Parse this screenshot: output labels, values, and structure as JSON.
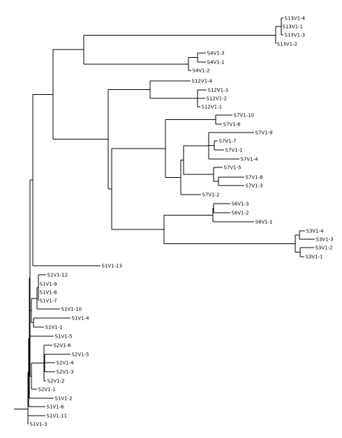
{
  "tree": {
    "name": "root",
    "children": [
      {
        "name": "S1V1-3",
        "label": "S1V1-3"
      },
      {
        "name": "n1",
        "children": [
          {
            "name": "S1V1-11",
            "label": "S1V1-11"
          },
          {
            "name": "n2",
            "children": [
              {
                "name": "S1V1-6",
                "label": "S1V1-6"
              },
              {
                "name": "n3",
                "children": [
                  {
                    "name": "S1V1-2",
                    "label": "S1V1-2"
                  },
                  {
                    "name": "n4",
                    "children": [
                      {
                        "name": "g2",
                        "children": [
                          {
                            "name": "S2V1-1",
                            "label": "S2V1-1"
                          },
                          {
                            "name": "g2a",
                            "children": [
                              {
                                "name": "S2V1-2",
                                "label": "S2V1-2"
                              },
                              {
                                "name": "g2b",
                                "children": [
                                  {
                                    "name": "S2V1-3",
                                    "label": "S2V1-3"
                                  },
                                  {
                                    "name": "S2V1-4",
                                    "label": "S2V1-4"
                                  },
                                  {
                                    "name": "S2V1-5",
                                    "label": "S2V1-5"
                                  }
                                ]
                              },
                              {
                                "name": "S2V1-6",
                                "label": "S2V1-6"
                              }
                            ]
                          }
                        ]
                      },
                      {
                        "name": "n5",
                        "children": [
                          {
                            "name": "S1V1-5",
                            "label": "S1V1-5"
                          },
                          {
                            "name": "n6",
                            "children": [
                              {
                                "name": "n7",
                                "children": [
                                  {
                                    "name": "S1V1-1",
                                    "label": "S1V1-1"
                                  },
                                  {
                                    "name": "S1V1-4",
                                    "label": "S1V1-4"
                                  }
                                ]
                              },
                              {
                                "name": "n8",
                                "children": [
                                  {
                                    "name": "S1V1-10",
                                    "label": "S1V1-10"
                                  },
                                  {
                                    "name": "n9",
                                    "children": [
                                      {
                                        "name": "S1V1-7",
                                        "label": "S1V1-7"
                                      },
                                      {
                                        "name": "S1V1-8",
                                        "label": "S1V1-8"
                                      },
                                      {
                                        "name": "S1V1-9",
                                        "label": "S1V1-9"
                                      },
                                      {
                                        "name": "S1V1-12",
                                        "label": "S1V1-12"
                                      }
                                    ]
                                  }
                                ]
                              }
                            ]
                          }
                        ]
                      },
                      {
                        "name": "n10",
                        "children": [
                          {
                            "name": "S1V1-13",
                            "label": "S1V1-13"
                          },
                          {
                            "name": "n11",
                            "children": [
                              {
                                "name": "n12",
                                "children": [
                                  {
                                    "name": "g13",
                                    "children": [
                                      {
                                        "name": "S13V1-2",
                                        "label": "S13V1-2"
                                      },
                                      {
                                        "name": "g13a",
                                        "children": [
                                          {
                                            "name": "S13V1-1",
                                            "label": "S13V1-1"
                                          },
                                          {
                                            "name": "S13V1-3",
                                            "label": "S13V1-3"
                                          },
                                          {
                                            "name": "S13V1-4",
                                            "label": "S13V1-4"
                                          }
                                        ]
                                      }
                                    ]
                                  },
                                  {
                                    "name": "g4",
                                    "children": [
                                      {
                                        "name": "S4V1-2",
                                        "label": "S4V1-2"
                                      },
                                      {
                                        "name": "g4a",
                                        "children": [
                                          {
                                            "name": "S4V1-1",
                                            "label": "S4V1-1"
                                          },
                                          {
                                            "name": "S4V1-3",
                                            "label": "S4V1-3"
                                          }
                                        ]
                                      }
                                    ]
                                  }
                                ]
                              },
                              {
                                "name": "n13",
                                "children": [
                                  {
                                    "name": "g12",
                                    "children": [
                                      {
                                        "name": "S12V1-4",
                                        "label": "S12V1-4"
                                      },
                                      {
                                        "name": "g12a",
                                        "children": [
                                          {
                                            "name": "S12V1-1",
                                            "label": "S12V1-1"
                                          },
                                          {
                                            "name": "S12V1-2",
                                            "label": "S12V1-2"
                                          },
                                          {
                                            "name": "S12V1-3",
                                            "label": "S12V1-3"
                                          }
                                        ]
                                      }
                                    ]
                                  },
                                  {
                                    "name": "n14",
                                    "children": [
                                      {
                                        "name": "g7",
                                        "children": [
                                          {
                                            "name": "g7a",
                                            "children": [
                                              {
                                                "name": "S7V1-10",
                                                "label": "S7V1-10"
                                              },
                                              {
                                                "name": "S7V1-6",
                                                "label": "S7V1-6"
                                              }
                                            ]
                                          },
                                          {
                                            "name": "g7b",
                                            "children": [
                                              {
                                                "name": "S7V1-2",
                                                "label": "S7V1-2"
                                              },
                                              {
                                                "name": "g7c",
                                                "children": [
                                                  {
                                                    "name": "g7d",
                                                    "children": [
                                                      {
                                                        "name": "S7V1-9",
                                                        "label": "S7V1-9"
                                                      },
                                                      {
                                                        "name": "g7e",
                                                        "children": [
                                                          {
                                                            "name": "S7V1-7",
                                                            "label": "S7V1-7"
                                                          },
                                                          {
                                                            "name": "S7V1-1",
                                                            "label": "S7V1-1"
                                                          }
                                                        ]
                                                      },
                                                      {
                                                        "name": "S7V1-4",
                                                        "label": "S7V1-4"
                                                      }
                                                    ]
                                                  },
                                                  {
                                                    "name": "g7f",
                                                    "children": [
                                                      {
                                                        "name": "S7V1-5",
                                                        "label": "S7V1-5"
                                                      },
                                                      {
                                                        "name": "g7g",
                                                        "children": [
                                                          {
                                                            "name": "S7V1-8",
                                                            "label": "S7V1-8"
                                                          },
                                                          {
                                                            "name": "S7V1-3",
                                                            "label": "S7V1-3"
                                                          }
                                                        ]
                                                      }
                                                    ]
                                                  }
                                                ]
                                              }
                                            ]
                                          }
                                        ]
                                      },
                                      {
                                        "name": "g63",
                                        "children": [
                                          {
                                            "name": "g6",
                                            "children": [
                                              {
                                                "name": "g6a",
                                                "children": [
                                                  {
                                                    "name": "S6V1-3",
                                                    "label": "S6V1-3"
                                                  },
                                                  {
                                                    "name": "S6V1-2",
                                                    "label": "S6V1-2"
                                                  }
                                                ]
                                              },
                                              {
                                                "name": "S6V1-1",
                                                "label": "S6V1-1"
                                              }
                                            ]
                                          },
                                          {
                                            "name": "g3",
                                            "children": [
                                              {
                                                "name": "g3a",
                                                "children": [
                                                  {
                                                    "name": "S3V1-4",
                                                    "label": "S3V1-4"
                                                  },
                                                  {
                                                    "name": "S3V1-3",
                                                    "label": "S3V1-3"
                                                  }
                                                ]
                                              },
                                              {
                                                "name": "g3b",
                                                "children": [
                                                  {
                                                    "name": "S3V1-2",
                                                    "label": "S3V1-2"
                                                  },
                                                  {
                                                    "name": "S3V1-1",
                                                    "label": "S3V1-1"
                                                  }
                                                ]
                                              }
                                            ]
                                          }
                                        ]
                                      }
                                    ]
                                  }
                                ]
                              }
                            ]
                          }
                        ]
                      }
                    ]
                  }
                ]
              }
            ]
          }
        ]
      }
    ]
  }
}
